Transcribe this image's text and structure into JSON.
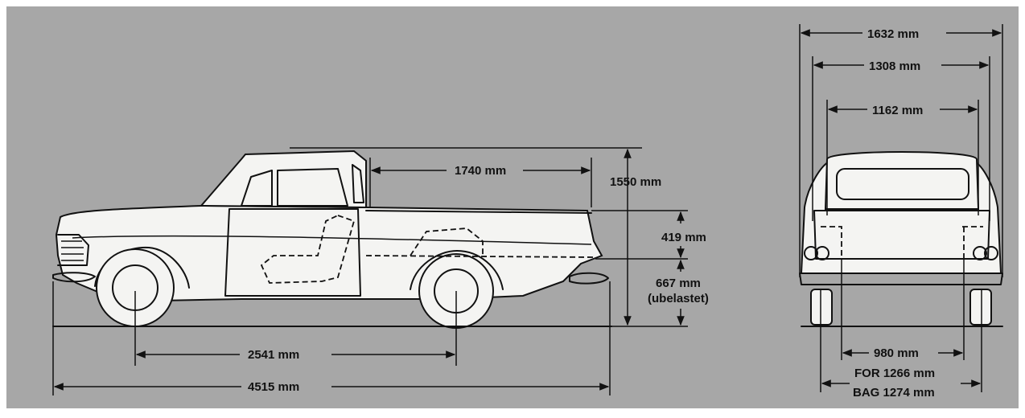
{
  "colors": {
    "background": "#a7a7a7",
    "drawing_fill": "#f4f4f2",
    "line": "#111111"
  },
  "side_view": {
    "overall_length": "4515 mm",
    "wheelbase": "2541 mm",
    "cargo_bed_length": "1740 mm",
    "overall_height": "1550 mm",
    "bed_side_height": "419 mm",
    "bed_floor_height_line1": "667 mm",
    "bed_floor_height_line2": "(ubelastet)"
  },
  "rear_view": {
    "overall_width": "1632 mm",
    "body_width": "1308 mm",
    "bed_inner_width": "1162 mm",
    "wheelhouse_width": "980 mm",
    "front_track": "FOR 1266 mm",
    "rear_track": "BAG 1274 mm"
  }
}
